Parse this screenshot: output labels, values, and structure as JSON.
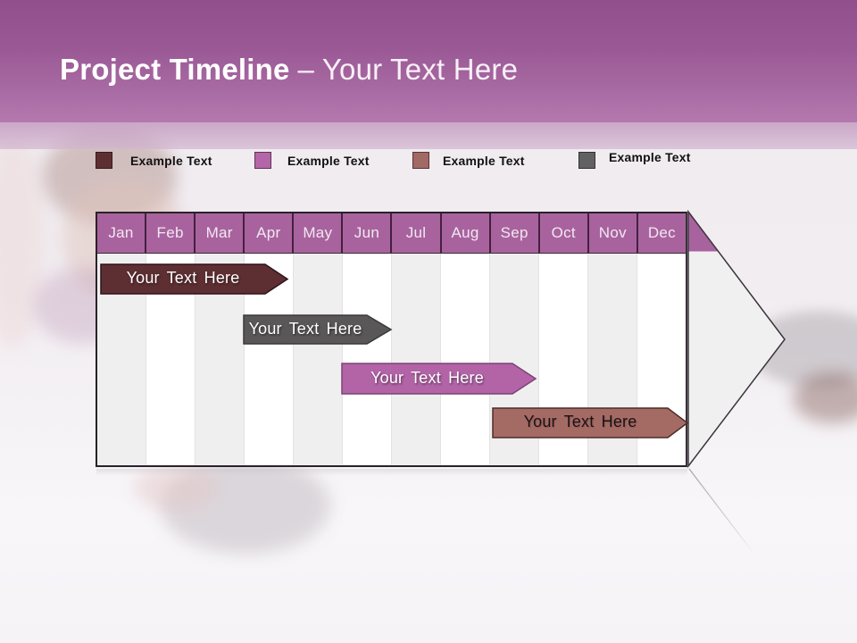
{
  "slide": {
    "title_bold": "Project Timeline",
    "title_regular": "– Your Text Here"
  },
  "legend": {
    "items": [
      {
        "label": "Example Text",
        "color": "#5E2F32"
      },
      {
        "label": "Example Text",
        "color": "#B466A9"
      },
      {
        "label": "Example Text",
        "color": "#A26A64"
      },
      {
        "label": "Example Text",
        "color": "#616161"
      }
    ]
  },
  "chart_data": {
    "type": "bar",
    "subtype": "gantt-timeline-arrow",
    "title": "Project Timeline – Your Text Here",
    "categories": [
      "Jan",
      "Feb",
      "Mar",
      "Apr",
      "May",
      "Jun",
      "Jul",
      "Aug",
      "Sep",
      "Oct",
      "Nov",
      "Dec"
    ],
    "bars": [
      {
        "row": 1,
        "label": "Your Text Here",
        "start": "Jan",
        "end": "Apr",
        "color": "#5E2F32",
        "text_color": "#FFFFFF"
      },
      {
        "row": 2,
        "label": "Your Text Here",
        "start": "Apr",
        "end": "Jun",
        "color": "#595757",
        "text_color": "#FFFFFF"
      },
      {
        "row": 3,
        "label": "Your Text Here",
        "start": "Jun",
        "end": "Sep",
        "color": "#B264A7",
        "text_color": "#FFFFFF"
      },
      {
        "row": 4,
        "label": "Your Text Here",
        "start": "Sep",
        "end": "Dec",
        "color": "#A46B64",
        "text_color": "#1A1216"
      }
    ],
    "legend_position": "top",
    "grid": "vertical-month-columns-alternating-shading"
  },
  "colors": {
    "header_gradient_top": "#91508C",
    "header_gradient_bottom": "#B478AE",
    "header_strip": "#C9A2C6",
    "month_header_fill": "#A8639E",
    "month_separator": "#45203F",
    "table_border": "#2A2129",
    "column_shade": "#F0EFF0",
    "column_white": "#FFFFFF",
    "arrowhead_fill": "#F1F0F1",
    "page_background": "#F1EDF1"
  }
}
